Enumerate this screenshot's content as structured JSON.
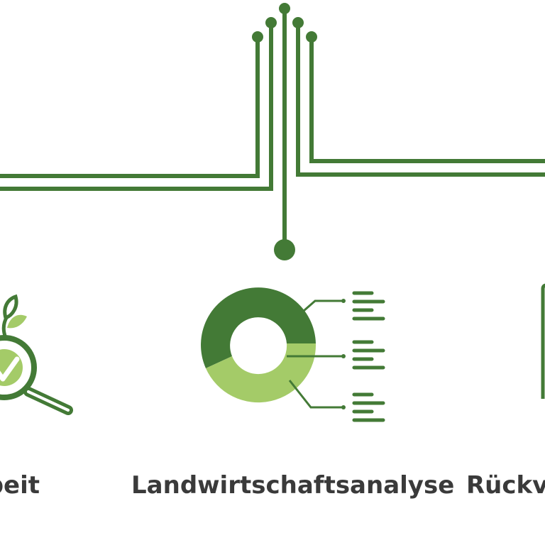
{
  "colors": {
    "dark_green": "#437a36",
    "light_green": "#a4cb68",
    "text": "#3a3a3a",
    "background": "#ffffff"
  },
  "labels": {
    "left": "beit",
    "center": "Landwirtschaftsanalyse",
    "right": "Rückve"
  },
  "icons": {
    "left": "magnifier-plant-icon",
    "center": "donut-chart-icon",
    "right": "document-icon"
  }
}
